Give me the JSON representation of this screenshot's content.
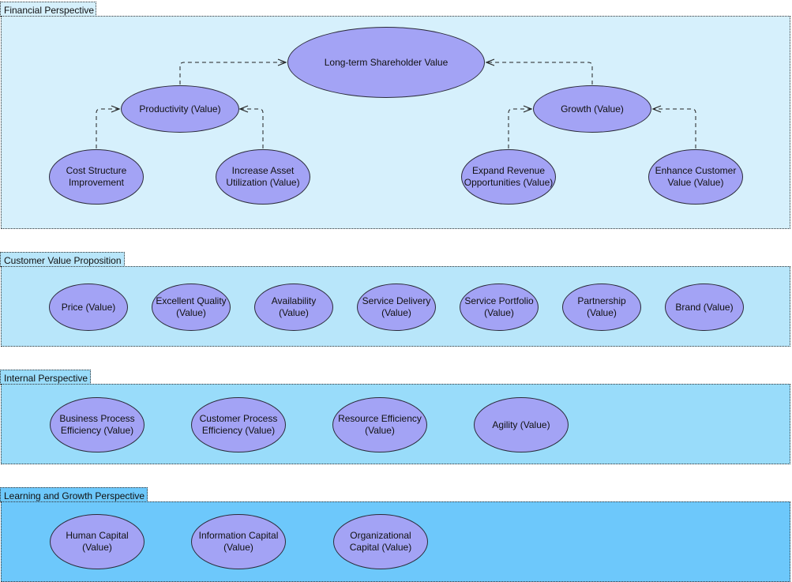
{
  "perspectives": {
    "financial": {
      "label": "Financial Perspective",
      "nodes": {
        "shareholder": "Long-term Shareholder Value",
        "productivity": "Productivity (Value)",
        "growth": "Growth (Value)",
        "cost": [
          "Cost Structure",
          "Improvement"
        ],
        "asset": [
          "Increase Asset",
          "Utilization (Value)"
        ],
        "revenue": [
          "Expand Revenue",
          "Opportunities (Value)"
        ],
        "enhance": [
          "Enhance Customer",
          "Value (Value)"
        ]
      }
    },
    "customer": {
      "label": "Customer Value Proposition",
      "nodes": [
        [
          "Price (Value)"
        ],
        [
          "Excellent Quality",
          "(Value)"
        ],
        [
          "Availability",
          "(Value)"
        ],
        [
          "Service Delivery",
          "(Value)"
        ],
        [
          "Service Portfolio",
          "(Value)"
        ],
        [
          "Partnership",
          "(Value)"
        ],
        [
          "Brand (Value)"
        ]
      ]
    },
    "internal": {
      "label": "Internal Perspective",
      "nodes": [
        [
          "Business Process",
          "Efficiency (Value)"
        ],
        [
          "Customer Process",
          "Efficiency (Value)"
        ],
        [
          "Resource Efficiency",
          "(Value)"
        ],
        [
          "Agility (Value)"
        ]
      ]
    },
    "learning": {
      "label": "Learning and Growth Perspective",
      "nodes": [
        [
          "Human Capital",
          "(Value)"
        ],
        [
          "Information Capital",
          "(Value)"
        ],
        [
          "Organizational",
          "Capital (Value)"
        ]
      ]
    }
  },
  "colors": {
    "node_fill": "#a3a3f5",
    "node_border": "#2b2b3a",
    "financial_bg": "#d6f0fc",
    "customer_bg": "#b8e6fa",
    "internal_bg": "#99dcfa",
    "learning_bg": "#6dc8fb"
  }
}
